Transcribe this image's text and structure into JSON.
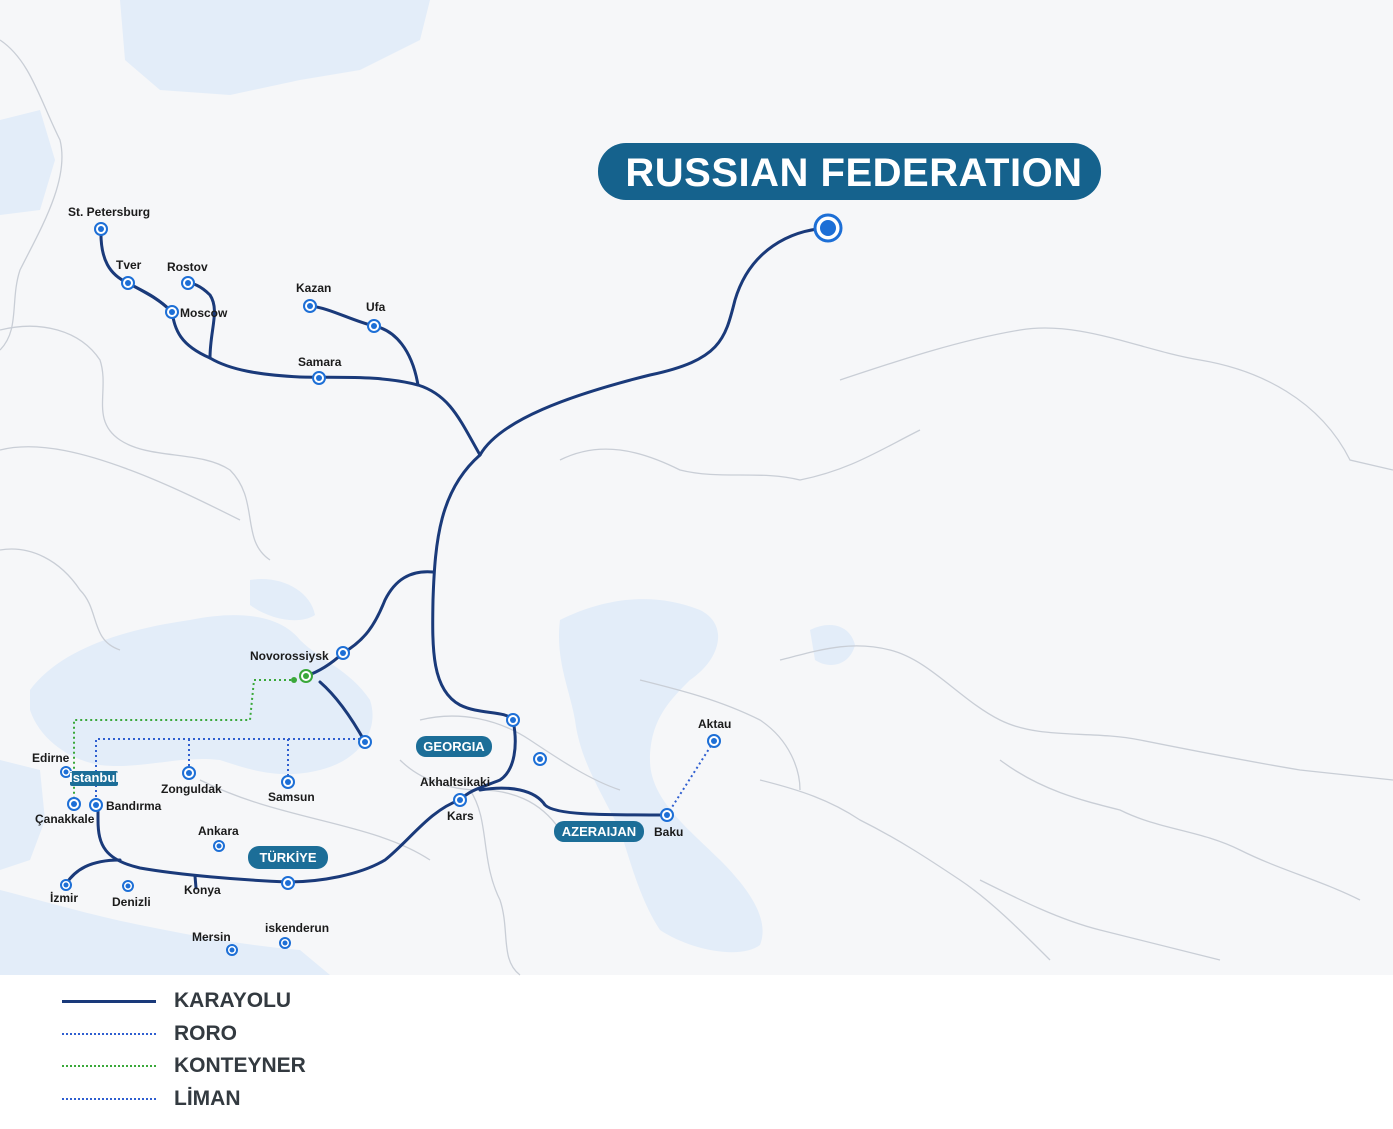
{
  "title": "RUSSIAN FEDERATION",
  "country_tags": {
    "georgia": "GEORGIA",
    "azerbaijan": "AZERAIJAN",
    "turkiye": "TÜRKİYE",
    "istanbul": "İstanbul"
  },
  "cities": {
    "st_petersburg": "St. Petersburg",
    "tver": "Tver",
    "rostov": "Rostov",
    "moscow": "Moscow",
    "kazan": "Kazan",
    "ufa": "Ufa",
    "samara": "Samara",
    "novorossiysk": "Novorossiysk",
    "edirne": "Edirne",
    "canakkale": "Çanakkale",
    "bandirma": "Bandırma",
    "zonguldak": "Zonguldak",
    "samsun": "Samsun",
    "ankara": "Ankara",
    "izmir": "İzmir",
    "denizli": "Denizli",
    "konya": "Konya",
    "mersin": "Mersin",
    "iskenderun": "iskenderun",
    "akhaltsikaki": "Akhaltsikaki",
    "kars": "Kars",
    "baku": "Baku",
    "aktau": "Aktau"
  },
  "legend": [
    {
      "label": "KARAYOLU",
      "style": "solid",
      "color": "#1a3a7a"
    },
    {
      "label": "RORO",
      "style": "dotted",
      "color": "#2f5fd0"
    },
    {
      "label": "KONTEYNER",
      "style": "dotted",
      "color": "#3aa83a"
    },
    {
      "label": "LİMAN",
      "style": "dotted",
      "color": "#2f5fd0"
    }
  ],
  "colors": {
    "route": "#1a3a7a",
    "roro": "#2f5fd0",
    "container": "#3aa83a",
    "water": "#e3edf9",
    "land": "#f6f7f9",
    "border": "#c9ced6",
    "tag": "#1c6e98",
    "title_pill": "#15628d"
  }
}
